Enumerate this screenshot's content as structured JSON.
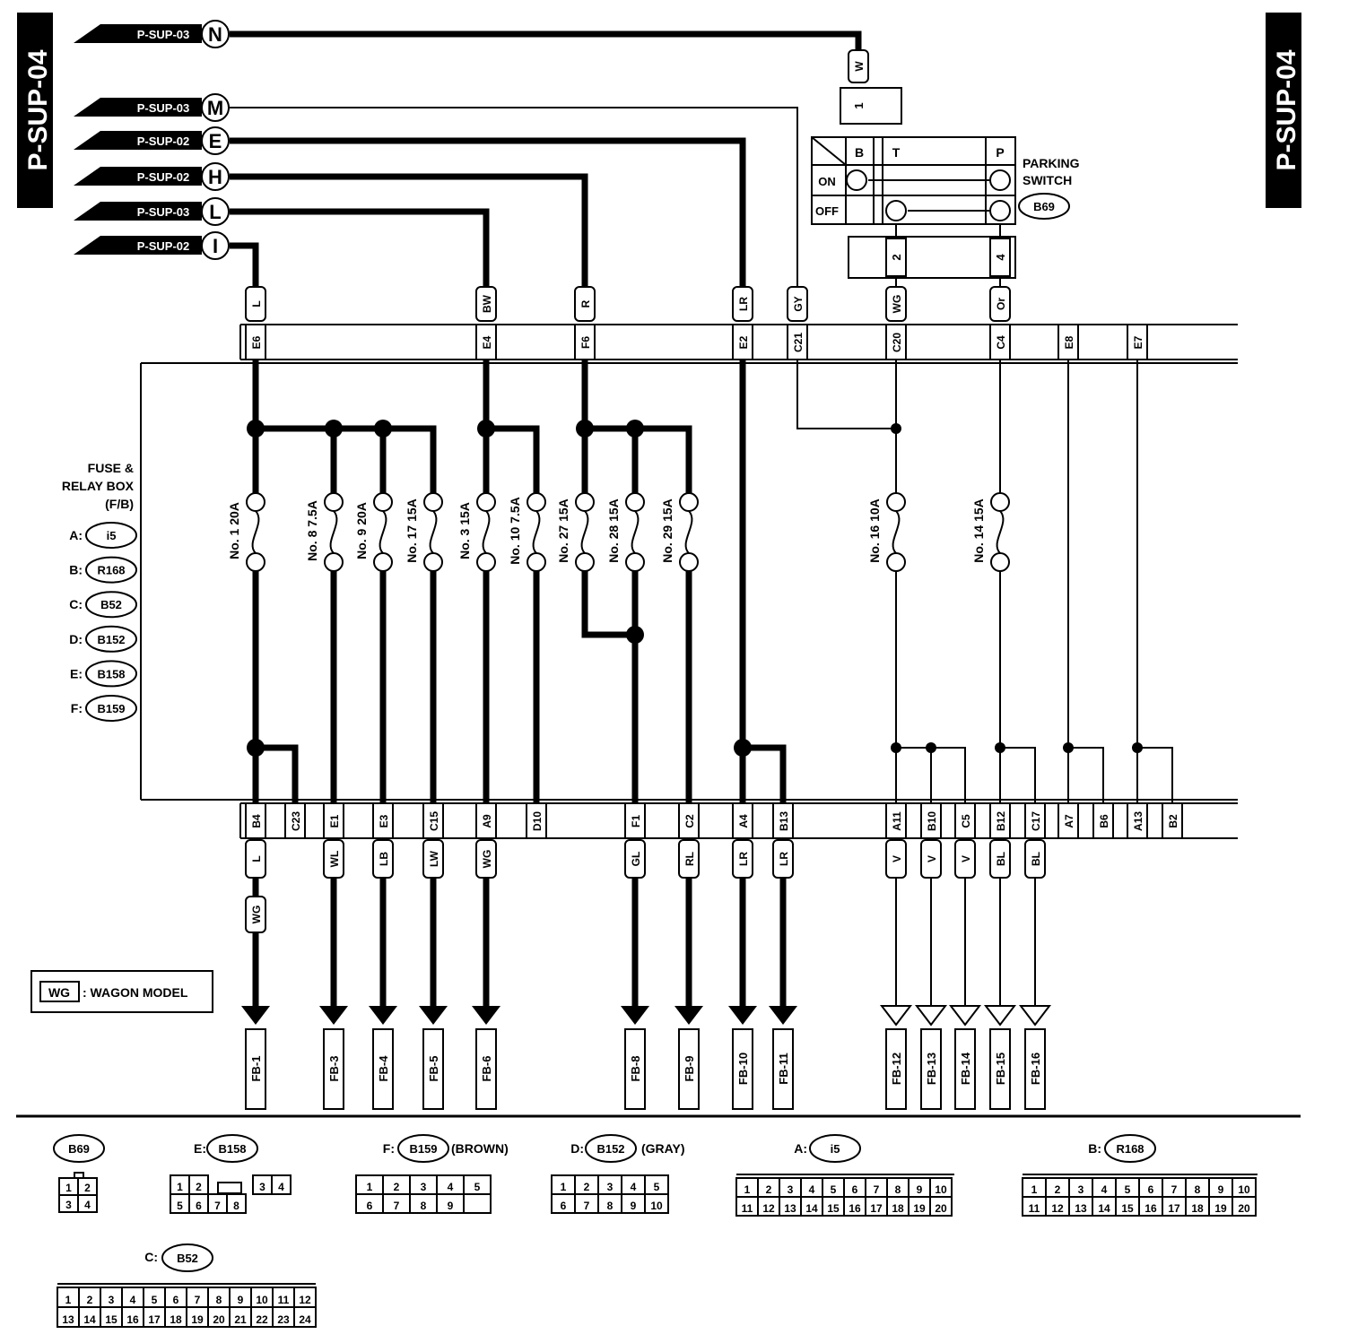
{
  "page_tag": "P-SUP-04",
  "legend_wagon": {
    "code": "WG",
    "label": ": WAGON MODEL"
  },
  "fuse_box": {
    "title_lines": [
      "FUSE &",
      "RELAY BOX",
      "(F/B)"
    ],
    "connectors": [
      {
        "letter": "A:",
        "id": "i5"
      },
      {
        "letter": "B:",
        "id": "R168"
      },
      {
        "letter": "C:",
        "id": "B52"
      },
      {
        "letter": "D:",
        "id": "B152"
      },
      {
        "letter": "E:",
        "id": "B158"
      },
      {
        "letter": "F:",
        "id": "B159"
      }
    ]
  },
  "refs": [
    {
      "text": "P-SUP-03",
      "letter": "N"
    },
    {
      "text": "P-SUP-03",
      "letter": "M"
    },
    {
      "text": "P-SUP-02",
      "letter": "E"
    },
    {
      "text": "P-SUP-02",
      "letter": "H"
    },
    {
      "text": "P-SUP-03",
      "letter": "L"
    },
    {
      "text": "P-SUP-02",
      "letter": "I"
    }
  ],
  "parking_switch": {
    "label_lines": [
      "PARKING",
      "SWITCH"
    ],
    "connector": "B69",
    "head_pin": "1",
    "head_wire": "W",
    "cols": [
      "B",
      "T",
      "P"
    ],
    "rows": [
      "ON",
      "OFF"
    ],
    "pins": [
      "2",
      "4"
    ]
  },
  "top_terminals": [
    {
      "wire": "L",
      "term": "E6"
    },
    {
      "wire": "BW",
      "term": "E4"
    },
    {
      "wire": "R",
      "term": "F6"
    },
    {
      "wire": "LR",
      "term": "E2"
    },
    {
      "wire": "GY",
      "term": "C21"
    },
    {
      "wire": "WG",
      "term": "C20"
    },
    {
      "wire": "Or",
      "term": "C4"
    },
    {
      "wire": "",
      "term": "E8"
    },
    {
      "wire": "",
      "term": "E7"
    }
  ],
  "fuses": [
    {
      "label": "No. 1 20A"
    },
    {
      "label": "No. 8 7.5A"
    },
    {
      "label": "No. 9 20A"
    },
    {
      "label": "No. 17 15A"
    },
    {
      "label": "No. 3 15A"
    },
    {
      "label": "No. 10 7.5A"
    },
    {
      "label": "No. 27 15A"
    },
    {
      "label": "No. 28 15A"
    },
    {
      "label": "No. 29 15A"
    },
    {
      "label": "No. 16 10A"
    },
    {
      "label": "No. 14 15A"
    }
  ],
  "bottom_terminals": [
    "B4",
    "C23",
    "E1",
    "E3",
    "C15",
    "A9",
    "D10",
    "F1",
    "C2",
    "A4",
    "B13",
    "A11",
    "B10",
    "C5",
    "B12",
    "C17",
    "A7",
    "B6",
    "A13",
    "B2"
  ],
  "outputs": [
    {
      "wire": "L",
      "extra": "WG",
      "dest": "FB-1"
    },
    {
      "wire": "WL",
      "dest": "FB-3"
    },
    {
      "wire": "LB",
      "dest": "FB-4"
    },
    {
      "wire": "LW",
      "dest": "FB-5"
    },
    {
      "wire": "WG",
      "dest": "FB-6"
    },
    {
      "wire": "GL",
      "dest": "FB-8"
    },
    {
      "wire": "RL",
      "dest": "FB-9"
    },
    {
      "wire": "LR",
      "dest": "FB-10"
    },
    {
      "wire": "LR",
      "dest": "FB-11"
    },
    {
      "wire": "V",
      "dest": "FB-12"
    },
    {
      "wire": "V",
      "dest": "FB-13"
    },
    {
      "wire": "V",
      "dest": "FB-14"
    },
    {
      "wire": "BL",
      "dest": "FB-15"
    },
    {
      "wire": "BL",
      "dest": "FB-16"
    }
  ],
  "connector_views": {
    "b69": {
      "id": "B69",
      "pins": [
        "1",
        "2",
        "3",
        "4"
      ]
    },
    "b158": {
      "prefix": "E:",
      "id": "B158",
      "pins": [
        "1",
        "2",
        "3",
        "4",
        "5",
        "6",
        "7",
        "8"
      ]
    },
    "b159": {
      "prefix": "F:",
      "id": "B159",
      "suffix": "(BROWN)",
      "pins": [
        "1",
        "2",
        "3",
        "4",
        "5",
        "6",
        "7",
        "8",
        "9"
      ]
    },
    "b152": {
      "prefix": "D:",
      "id": "B152",
      "suffix": "(GRAY)",
      "pins": [
        "1",
        "2",
        "3",
        "4",
        "5",
        "6",
        "7",
        "8",
        "9",
        "10"
      ]
    },
    "i5": {
      "prefix": "A:",
      "id": "i5",
      "pins": [
        "1",
        "2",
        "3",
        "4",
        "5",
        "6",
        "7",
        "8",
        "9",
        "10",
        "11",
        "12",
        "13",
        "14",
        "15",
        "16",
        "17",
        "18",
        "19",
        "20"
      ]
    },
    "r168": {
      "prefix": "B:",
      "id": "R168",
      "pins": [
        "1",
        "2",
        "3",
        "4",
        "5",
        "6",
        "7",
        "8",
        "9",
        "10",
        "11",
        "12",
        "13",
        "14",
        "15",
        "16",
        "17",
        "18",
        "19",
        "20"
      ]
    },
    "b52": {
      "prefix": "C:",
      "id": "B52",
      "pins": [
        "1",
        "2",
        "3",
        "4",
        "5",
        "6",
        "7",
        "8",
        "9",
        "10",
        "11",
        "12",
        "13",
        "14",
        "15",
        "16",
        "17",
        "18",
        "19",
        "20",
        "21",
        "22",
        "23",
        "24"
      ]
    }
  }
}
